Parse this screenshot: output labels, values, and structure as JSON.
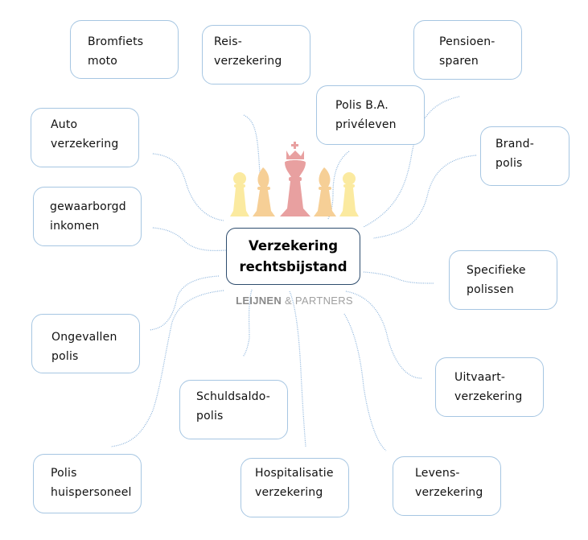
{
  "diagram": {
    "type": "mind-map",
    "center": {
      "label": "Verzekering\nrechtsbijstand",
      "logo_icon": "chess-pieces-icon",
      "brand_primary": "LEIJNEN",
      "brand_secondary": "& PARTNERS"
    },
    "nodes": [
      {
        "id": "bromfiets",
        "label": "Bromfiets\n moto"
      },
      {
        "id": "reis",
        "label": "Reis-\nverzekering"
      },
      {
        "id": "pensioen",
        "label": "Pensioen-\nsparen"
      },
      {
        "id": "polis-ba",
        "label": "Polis B.A.\nprivéleven"
      },
      {
        "id": "auto",
        "label": "Auto\nverzekering"
      },
      {
        "id": "brand",
        "label": "Brand-\npolis"
      },
      {
        "id": "gewaarborgd",
        "label": "gewaarborgd\ninkomen"
      },
      {
        "id": "specifieke",
        "label": "Specifieke\npolissen"
      },
      {
        "id": "ongevallen",
        "label": "Ongevallen\npolis"
      },
      {
        "id": "uitvaart",
        "label": "Uitvaart-\nverzekering"
      },
      {
        "id": "schuldsaldo",
        "label": "Schuldsaldo-\npolis"
      },
      {
        "id": "huispersoneel",
        "label": "Polis\nhuispersoneel"
      },
      {
        "id": "hospitalisatie",
        "label": "Hospitalisatie\nverzekering"
      },
      {
        "id": "levens",
        "label": "Levens-\nverzekering"
      }
    ],
    "colors": {
      "node_border": "#a6c6e2",
      "center_border": "#2e4d6e",
      "connector": "#8cb4dc",
      "king": "#e8a0a0",
      "bishop": "#f6cf96",
      "pawn": "#fbeaa0"
    }
  }
}
